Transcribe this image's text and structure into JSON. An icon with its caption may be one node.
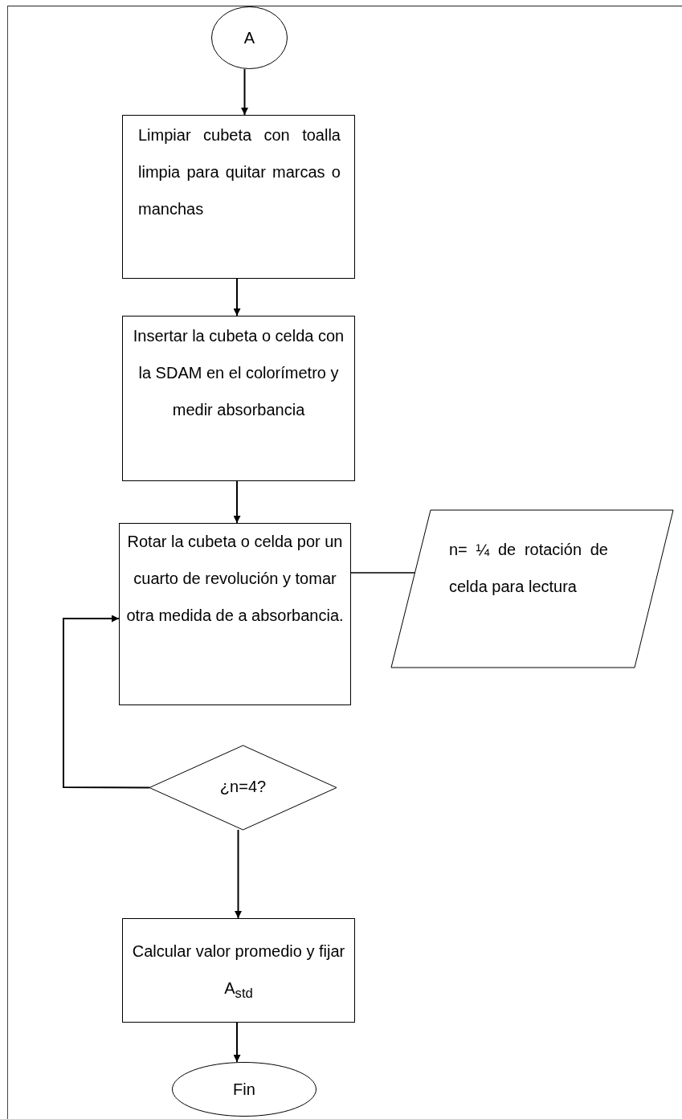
{
  "diagram": {
    "nodes": [
      {
        "text": [
          "A"
        ]
      },
      {
        "text": [
          "Limpiar cubeta con toalla limpia para quitar marcas o manchas"
        ]
      },
      {
        "text": [
          "Insertar la cubeta o celda con la SDAM en el colorímetro y medir absorbancia"
        ]
      },
      {
        "text": [
          "Rotar la cubeta o celda por un cuarto de revolución y tomar otra medida de a absorbancia."
        ]
      },
      {
        "text": [
          "n= ¼ de rotación de celda para lectura"
        ]
      },
      {
        "text": [
          "¿n=4?"
        ]
      },
      {
        "text": [
          "Calcular valor promedio y fijar A$_{std}$"
        ]
      },
      {
        "text": [
          "Fin"
        ]
      }
    ],
    "edges": [
      {
        "from": 0,
        "to": 1,
        "arrow": "to"
      },
      {
        "from": 1,
        "to": 2,
        "arrow": "to"
      },
      {
        "from": 2,
        "to": 3,
        "arrow": "to"
      },
      {
        "from": 3,
        "to": 4,
        "arrow": "none"
      },
      {
        "from": 5,
        "to": 3,
        "arrow": "to"
      },
      {
        "from": 5,
        "to": 6,
        "arrow": "to"
      },
      {
        "from": 6,
        "to": 7,
        "arrow": "to"
      }
    ]
  }
}
